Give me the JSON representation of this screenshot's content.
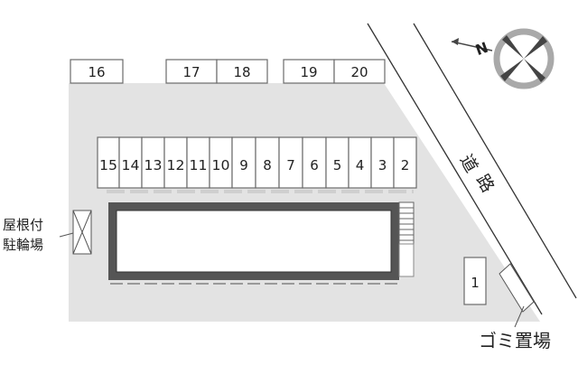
{
  "map": {
    "parking_spaces": [
      {
        "number": "16"
      },
      {
        "number": "17"
      },
      {
        "number": "18"
      },
      {
        "number": "19"
      },
      {
        "number": "20"
      },
      {
        "number": "15"
      },
      {
        "number": "14"
      },
      {
        "number": "13"
      },
      {
        "number": "12"
      },
      {
        "number": "11"
      },
      {
        "number": "10"
      },
      {
        "number": "9"
      },
      {
        "number": "8"
      },
      {
        "number": "7"
      },
      {
        "number": "6"
      },
      {
        "number": "5"
      },
      {
        "number": "4"
      },
      {
        "number": "3"
      },
      {
        "number": "2"
      },
      {
        "number": "1"
      }
    ],
    "labels": {
      "bike_parking_line1": "屋根付",
      "bike_parking_line2": "駐輪場",
      "garbage": "ゴミ置場",
      "road_char1": "道",
      "road_char2": "路",
      "north": "N"
    },
    "colors": {
      "lot_fill": "#e3e3e3",
      "building_outline": "#555555",
      "building_fill": "#ffffff",
      "compass_gray": "#a9a9a9"
    }
  }
}
